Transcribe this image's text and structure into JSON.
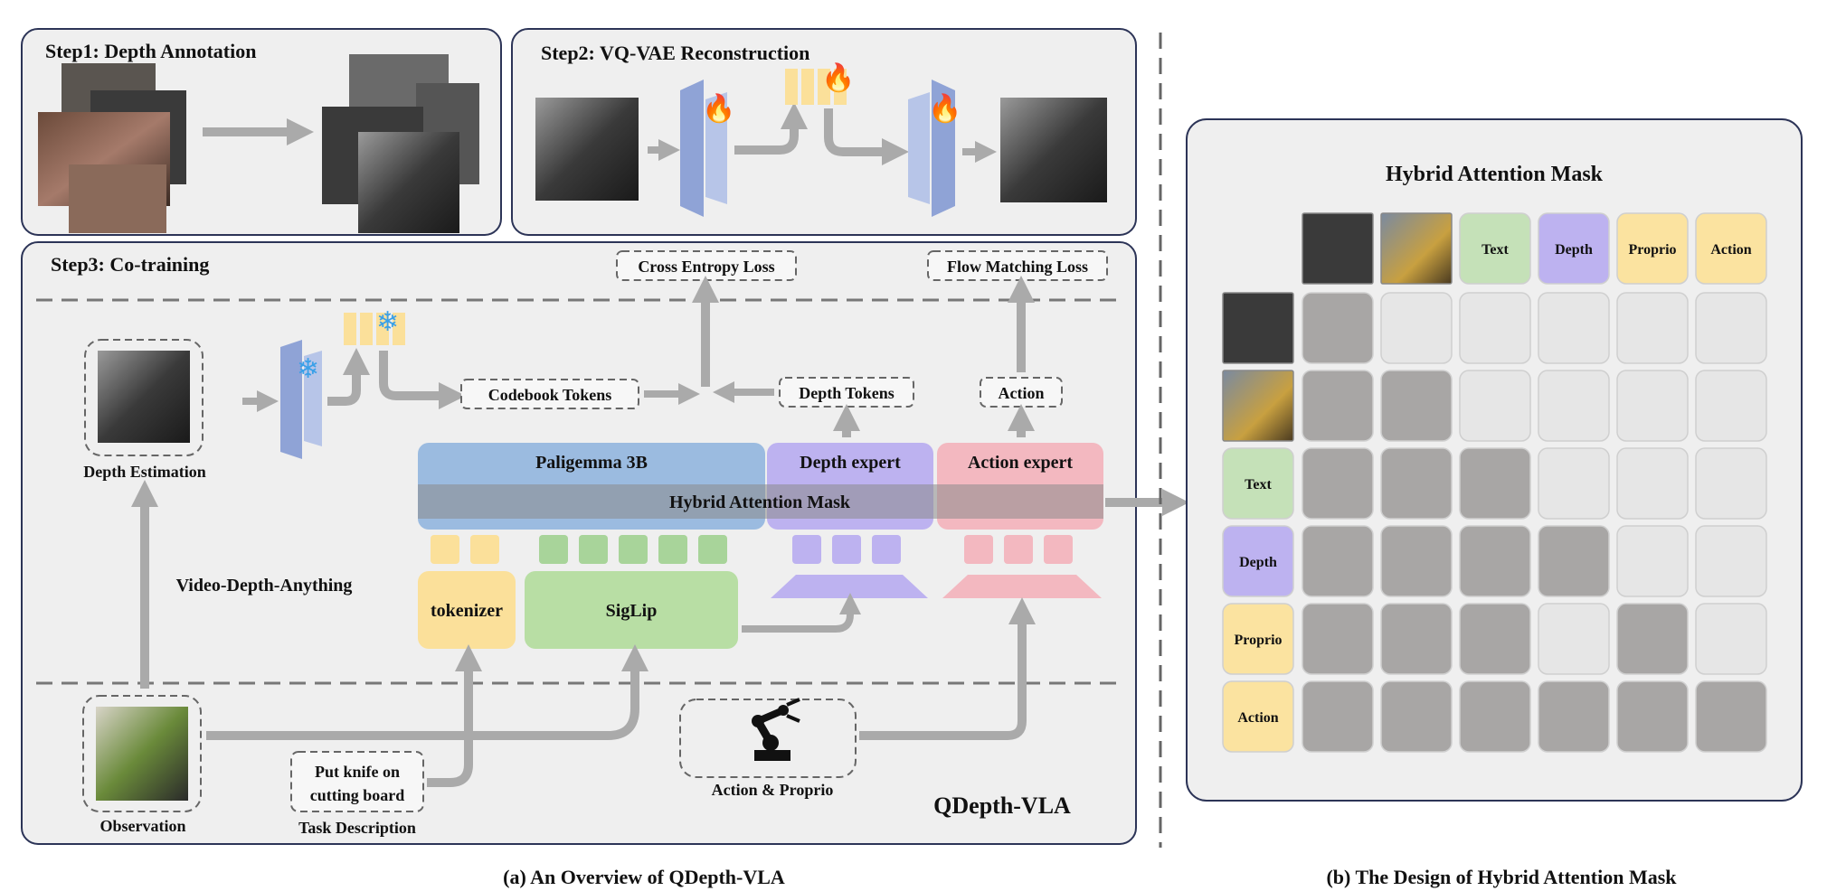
{
  "step1": {
    "title": "Step1: Depth Annotation"
  },
  "step2": {
    "title": "Step2: VQ-VAE Reconstruction"
  },
  "step3": {
    "title": "Step3: Co-training",
    "depth_estimation": "Depth Estimation",
    "video_depth": "Video-Depth-Anything",
    "codebook_tokens": "Codebook Tokens",
    "depth_tokens": "Depth Tokens",
    "cross_entropy": "Cross Entropy Loss",
    "flow_matching": "Flow Matching Loss",
    "action": "Action",
    "paligemma": "Paligemma 3B",
    "depth_expert": "Depth expert",
    "action_expert": "Action expert",
    "hybrid_mask": "Hybrid Attention Mask",
    "tokenizer": "tokenizer",
    "siglip": "SigLip",
    "observation": "Observation",
    "task_line1": "Put knife on",
    "task_line2": "cutting board",
    "task_description": "Task Description",
    "action_proprio": "Action & Proprio",
    "model_name": "QDepth-VLA"
  },
  "panel_b": {
    "title": "Hybrid Attention Mask",
    "col_labels": [
      "Text",
      "Depth",
      "Proprio",
      "Action"
    ],
    "row_labels": [
      "Text",
      "Depth",
      "Proprio",
      "Action"
    ],
    "mask": [
      [
        1,
        0,
        0,
        0,
        0,
        0
      ],
      [
        1,
        1,
        0,
        0,
        0,
        0
      ],
      [
        1,
        1,
        1,
        0,
        0,
        0
      ],
      [
        1,
        1,
        1,
        1,
        0,
        0
      ],
      [
        1,
        1,
        1,
        0,
        1,
        0
      ],
      [
        1,
        1,
        1,
        1,
        1,
        1
      ]
    ],
    "colors": {
      "text": "#c5e1b8",
      "depth": "#bdb2f0",
      "proprio": "#fbe3a0",
      "action": "#fbe3a0",
      "attend": "#a8a6a5",
      "block": "#e6e6e6"
    }
  },
  "captions": {
    "a": "(a) An Overview of QDepth-VLA",
    "b": "(b) The Design of Hybrid Attention Mask"
  }
}
